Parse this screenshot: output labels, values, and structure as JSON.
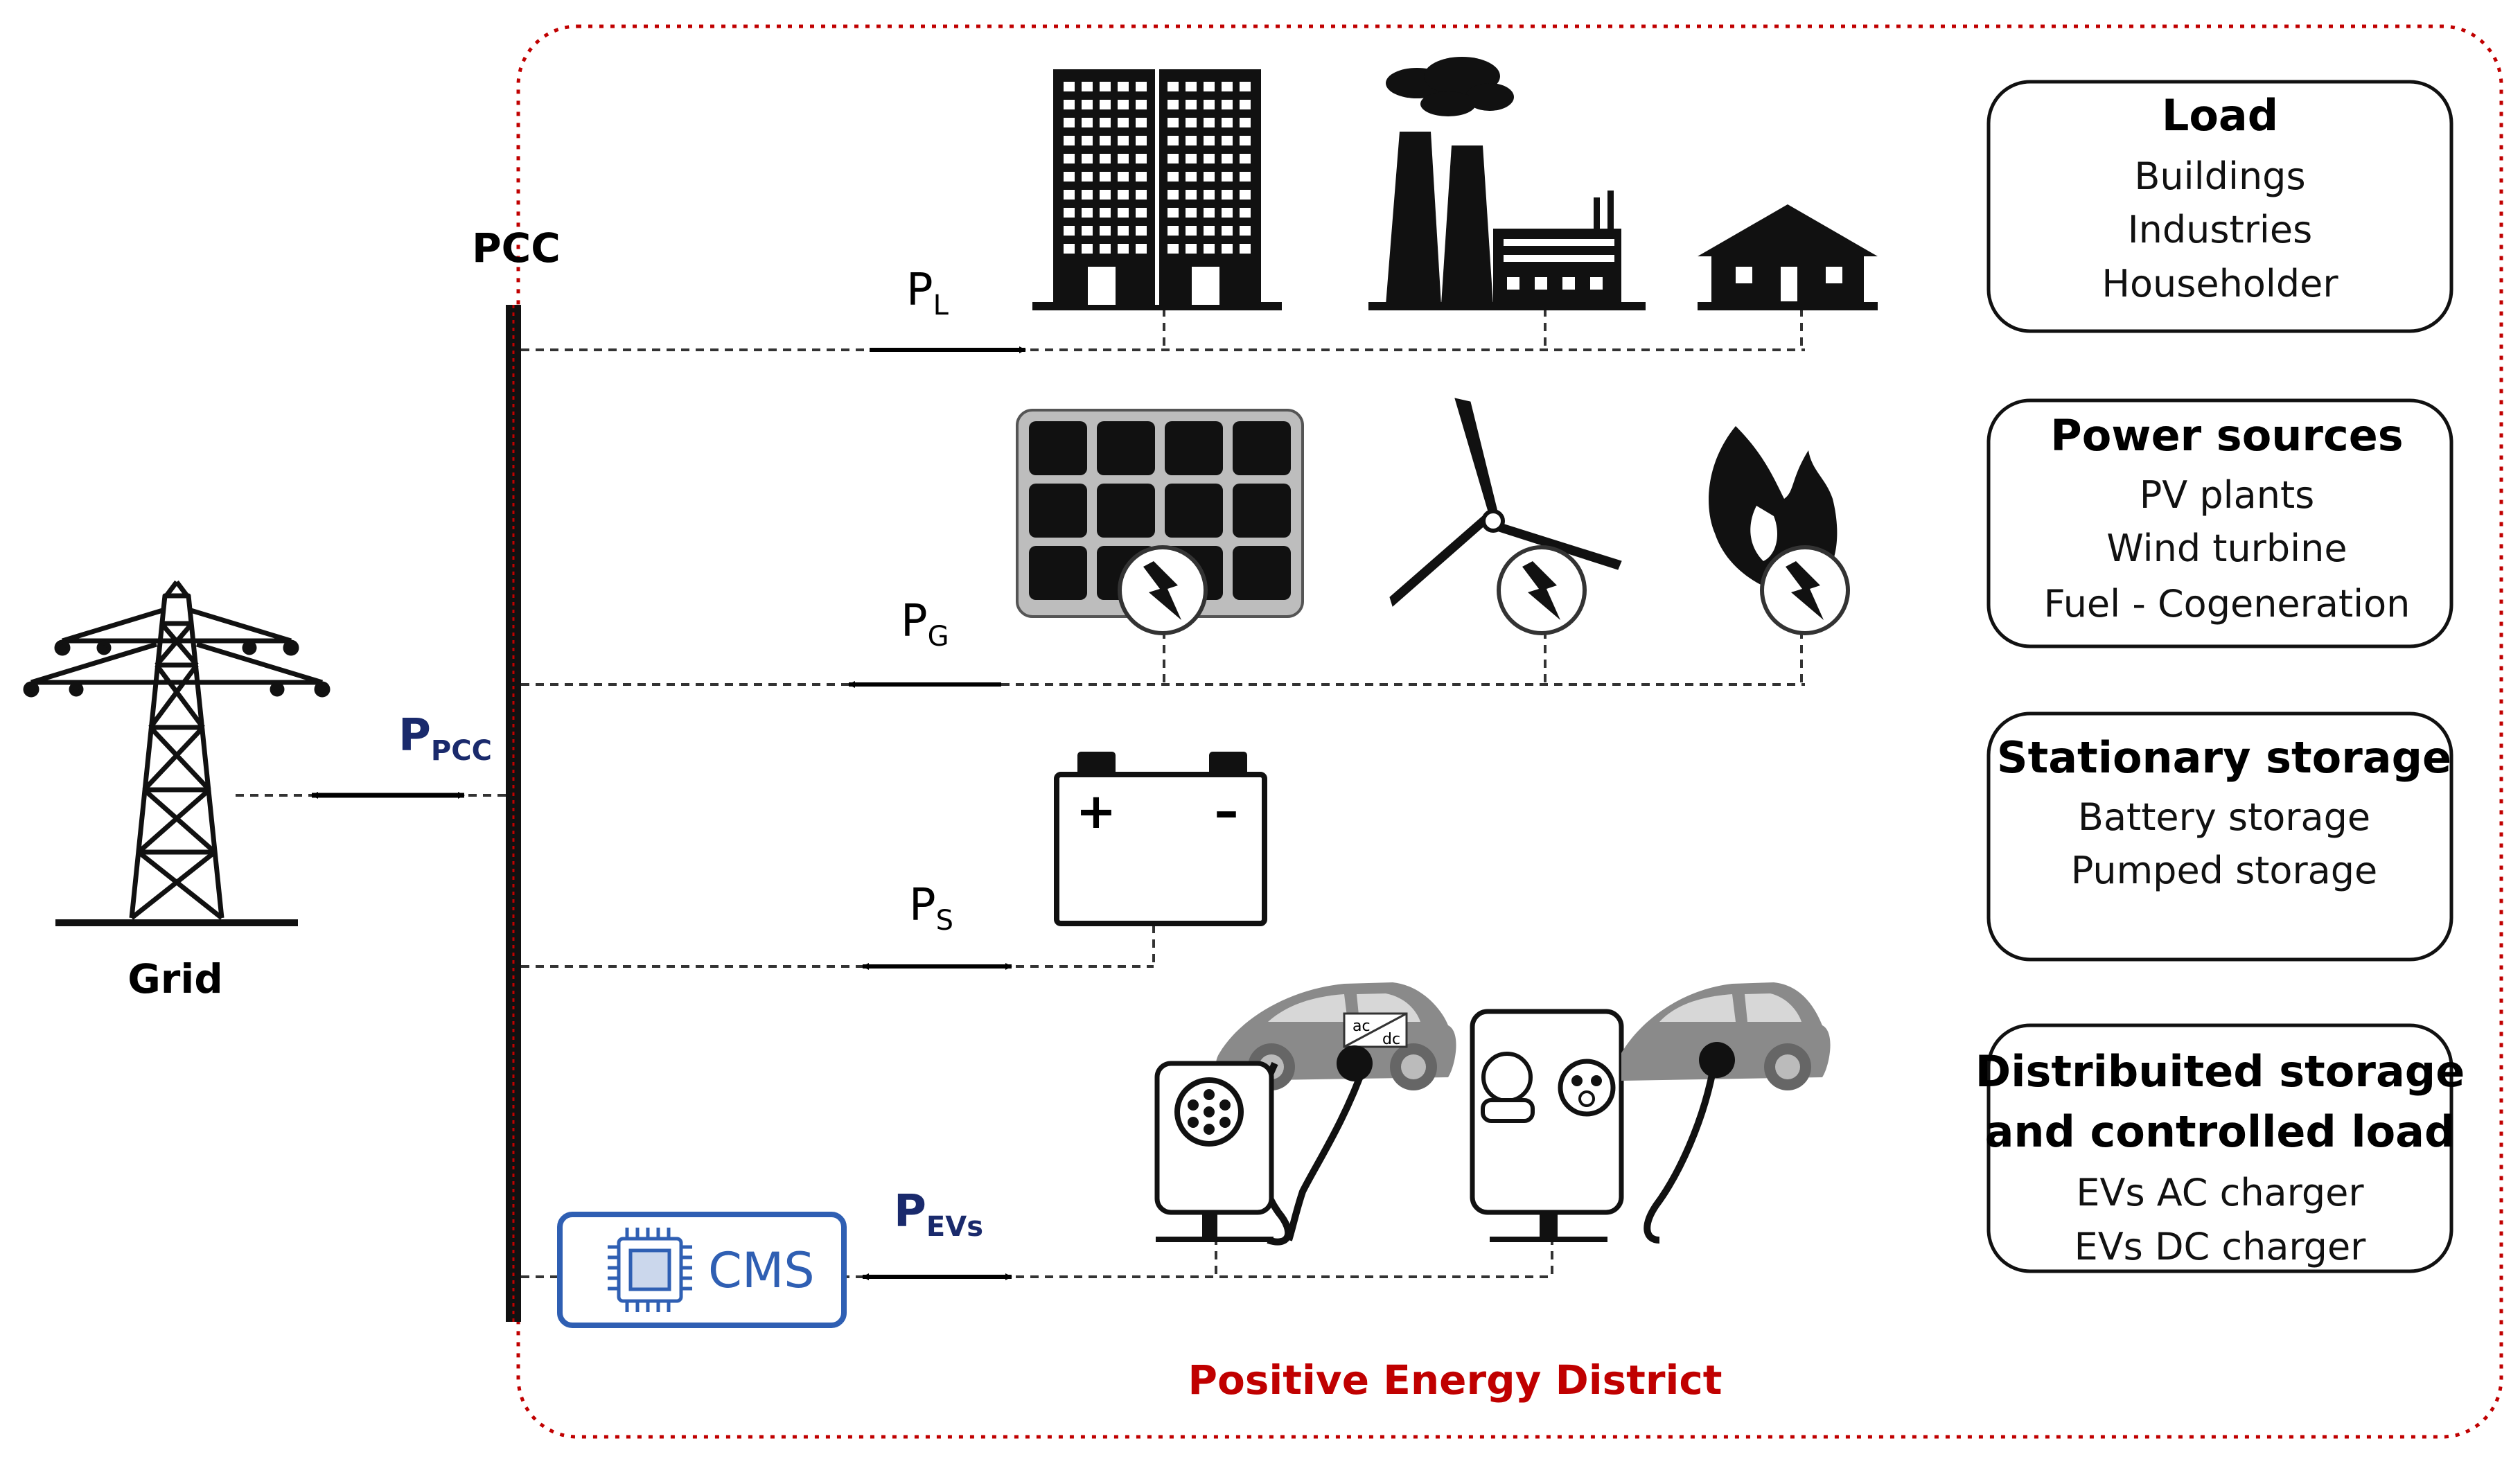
{
  "labels": {
    "pcc": "PCC",
    "grid": "Grid",
    "district": "Positive Energy District",
    "cms": "CMS"
  },
  "flows": {
    "pcc": {
      "main": "P",
      "sub": "PCC"
    },
    "load": {
      "main": "P",
      "sub": "L"
    },
    "generation": {
      "main": "P",
      "sub": "G"
    },
    "storage": {
      "main": "P",
      "sub": "S"
    },
    "evs": {
      "main": "P",
      "sub": "EVs"
    }
  },
  "boxes": [
    {
      "title": "Load",
      "items": [
        "Buildings",
        "Industries",
        "Householder"
      ]
    },
    {
      "title": "Power sources",
      "items": [
        "PV plants",
        "Wind turbine",
        "Fuel - Cogeneration"
      ]
    },
    {
      "title": "Stationary storage",
      "items": [
        "Battery storage",
        "Pumped storage"
      ]
    },
    {
      "title": "Distribuited storage",
      "title2": "and controlled load",
      "items": [
        "EVs AC charger",
        "EVs DC charger"
      ]
    }
  ],
  "icon_labels": {
    "battery_plus": "+",
    "battery_minus": "–",
    "ac": "ac",
    "dc": "dc"
  },
  "colors": {
    "district_border": "#c00000",
    "flow_blue": "#1a2a6c",
    "cms_blue": "#2f5fb3"
  }
}
